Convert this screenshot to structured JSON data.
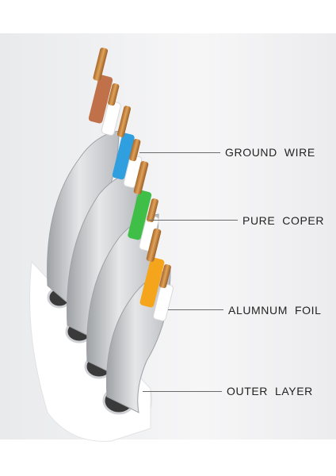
{
  "labels": {
    "ground_wire": "GROUND  WIRE",
    "pure_coper": "PURE  COPER",
    "alumnum_foil": "ALUMNUM  FOIL",
    "outer_layer": "OUTER  LAYER"
  },
  "colors": {
    "background": "#ffffff",
    "panel": "#f2f2f2",
    "jacket": "#cfd1d4",
    "copper": "#c98a3a",
    "orange_brown": "#c0714a",
    "blue": "#2f9fe0",
    "green": "#3fbf48",
    "orange": "#f5a51c",
    "white_insulation": "#ffffff",
    "leader_line": "#6a6a6a"
  }
}
